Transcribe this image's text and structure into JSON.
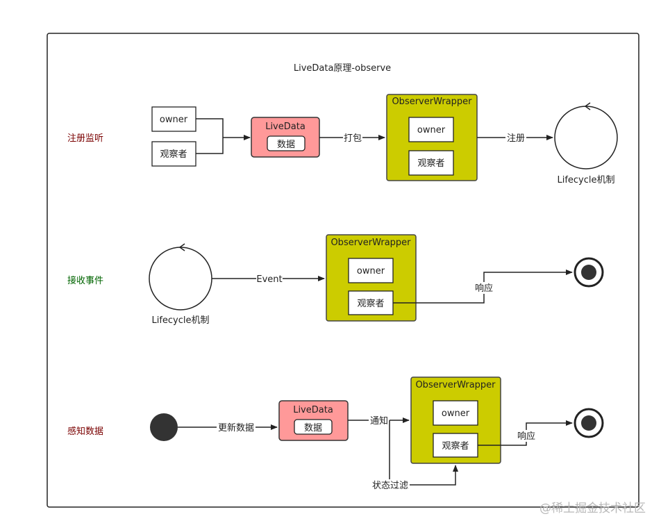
{
  "title": "LiveData原理-observe",
  "watermark": "@稀土掘金技术社区",
  "colors": {
    "wrapper_fill": "#cccc00",
    "livedata_fill": "#ff9999",
    "row1_label": "#7a0000",
    "row2_label": "#006400",
    "row3_label": "#7a0000"
  },
  "row1": {
    "label": "注册监听",
    "owner": "owner",
    "observer": "观察者",
    "livedata_title": "LiveData",
    "livedata_data": "数据",
    "pack_label": "打包",
    "wrapper_title": "ObserverWrapper",
    "wrapper_owner": "owner",
    "wrapper_observer": "观察者",
    "register_label": "注册",
    "lifecycle_label": "Lifecycle机制"
  },
  "row2": {
    "label": "接收事件",
    "lifecycle_label": "Lifecycle机制",
    "event_label": "Event",
    "wrapper_title": "ObserverWrapper",
    "wrapper_owner": "owner",
    "wrapper_observer": "观察者",
    "respond_label": "响应"
  },
  "row3": {
    "label": "感知数据",
    "update_label": "更新数据",
    "livedata_title": "LiveData",
    "livedata_data": "数据",
    "notify_label": "通知",
    "filter_label": "状态过滤",
    "wrapper_title": "ObserverWrapper",
    "wrapper_owner": "owner",
    "wrapper_observer": "观察者",
    "respond_label": "响应"
  }
}
